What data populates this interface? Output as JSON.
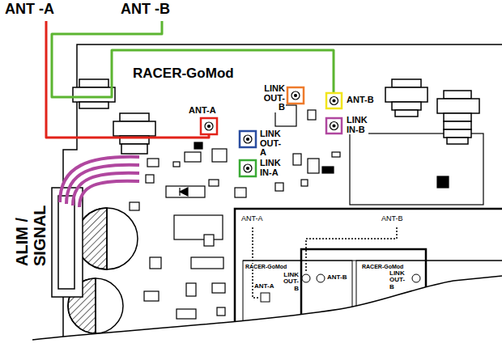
{
  "diagram": {
    "labels": [
      "ANT -A",
      "ANT -B",
      "RACER-GoMod",
      "LINK OUT-B",
      "ANT-B",
      "ANT-A",
      "LINK IN-B",
      "LINK OUT-A",
      "LINK IN-A",
      "ALIM / SIGNAL",
      "ANT-A",
      "ANT-B",
      "RACER-GoMod",
      "RACER-GoMod",
      "LINK OUT-B",
      "ANT-B",
      "LINK OUT-B",
      "ANT-A"
    ]
  }
}
